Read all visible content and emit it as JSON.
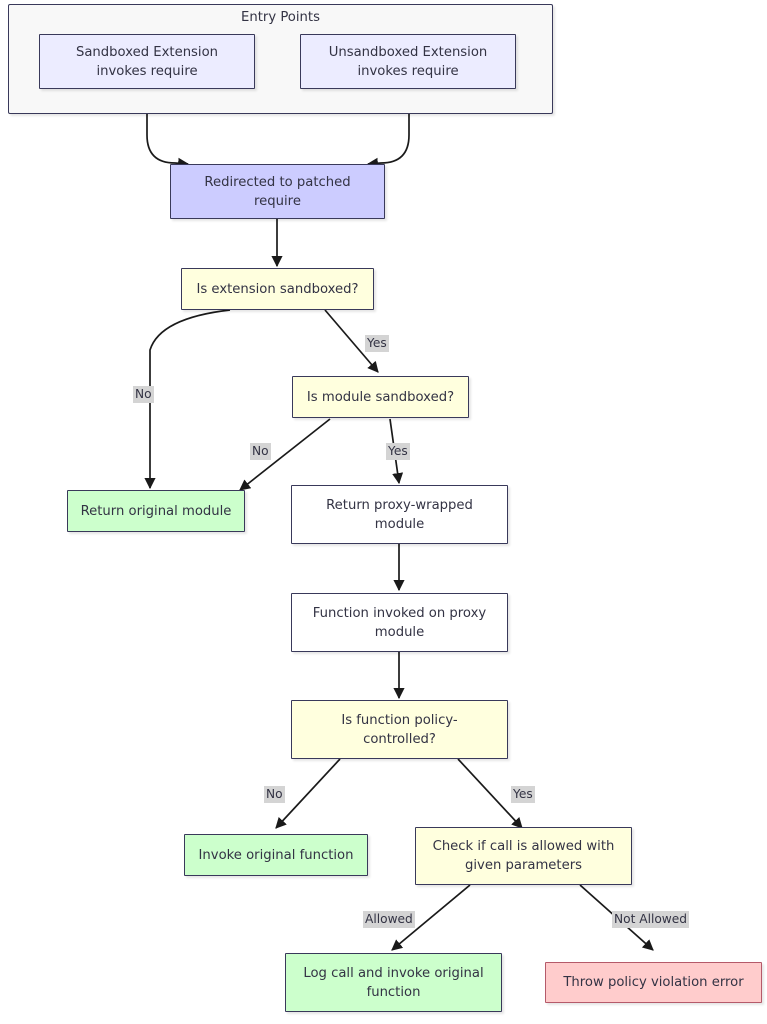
{
  "diagram": {
    "title": "Entry Points",
    "type": "flowchart",
    "direction": "top-down",
    "colors": {
      "entry_fill": "#ececff",
      "patched_fill": "#ccccff",
      "decision_fill": "#ffffde",
      "process_fill": "#ffffff",
      "success_fill": "#ccffcc",
      "error_fill": "#ffcccc",
      "node_border": "#39395a",
      "error_border": "#b55a6a",
      "cluster_fill": "#f8f8f8",
      "edge_label_bg": "#d4d4d4",
      "text": "#333344",
      "edge_stroke": "#1a1a1a"
    }
  },
  "cluster": {
    "label": "Entry Points"
  },
  "nodes": {
    "sandboxed_extension": "Sandboxed Extension\ninvokes require",
    "unsandboxed_extension": "Unsandboxed Extension\ninvokes require",
    "redirected": "Redirected to patched\nrequire",
    "is_extension_sandboxed": "Is extension sandboxed?",
    "is_module_sandboxed": "Is module sandboxed?",
    "return_original_module": "Return original module",
    "return_proxy_wrapped": "Return proxy-wrapped\nmodule",
    "function_invoked": "Function invoked on proxy\nmodule",
    "is_function_policy_controlled": "Is function policy-\ncontrolled?",
    "invoke_original_function": "Invoke original function",
    "check_call_allowed": "Check if call is allowed with\ngiven parameters",
    "log_and_invoke": "Log call and invoke original\nfunction",
    "throw_policy_violation": "Throw policy violation error"
  },
  "edge_labels": {
    "ext_no": "No",
    "ext_yes": "Yes",
    "mod_no": "No",
    "mod_yes": "Yes",
    "policy_no": "No",
    "policy_yes": "Yes",
    "allowed": "Allowed",
    "not_allowed": "Not Allowed"
  }
}
